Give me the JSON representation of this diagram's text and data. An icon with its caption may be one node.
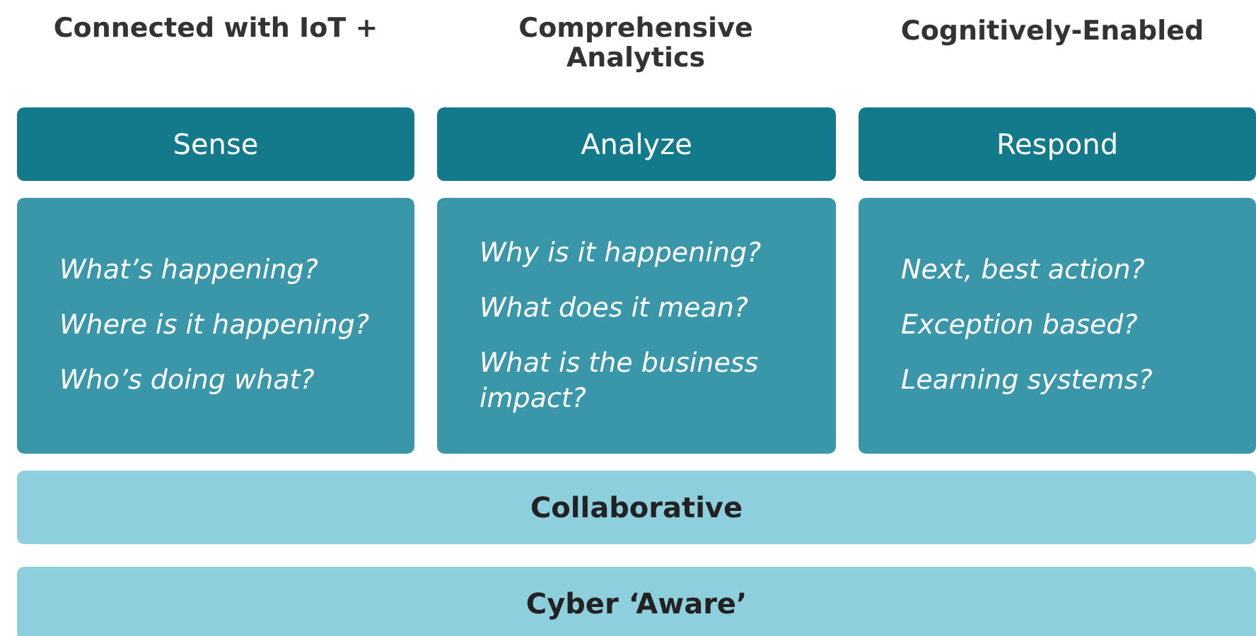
{
  "diagram": {
    "nodes": [
      {
        "text": [
          "Sense"
        ]
      },
      {
        "text": [
          "What’s happening?",
          "Where is it happening?",
          "Who’s doing what?"
        ]
      },
      {
        "text": [
          "Analyze"
        ]
      },
      {
        "text": [
          "Why is it happening?",
          "What does it mean?",
          "What is the business impact?"
        ]
      },
      {
        "text": [
          "Respond"
        ]
      },
      {
        "text": [
          "Next, best action?",
          "Exception based?",
          "Learning systems?"
        ]
      },
      {
        "text": [
          "Collaborative"
        ]
      },
      {
        "text": [
          "Cyber ‘Aware’"
        ]
      }
    ],
    "labels": [
      "Connected with IoT +",
      "Comprehensive Analytics",
      "Cognitively-Enabled"
    ]
  }
}
